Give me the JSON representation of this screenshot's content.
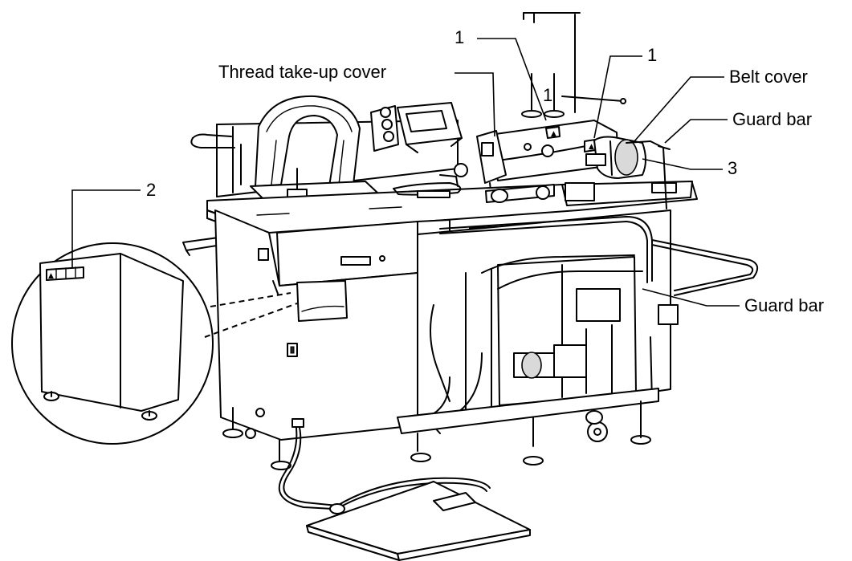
{
  "callouts": {
    "num_1_left": "1",
    "num_1_right": "1",
    "num_1_arm": "1",
    "num_2": "2",
    "num_3": "3",
    "thread_takeup_cover": "Thread take-up cover",
    "belt_cover": "Belt cover",
    "guard_bar_upper": "Guard bar",
    "guard_bar_lower": "Guard bar"
  }
}
